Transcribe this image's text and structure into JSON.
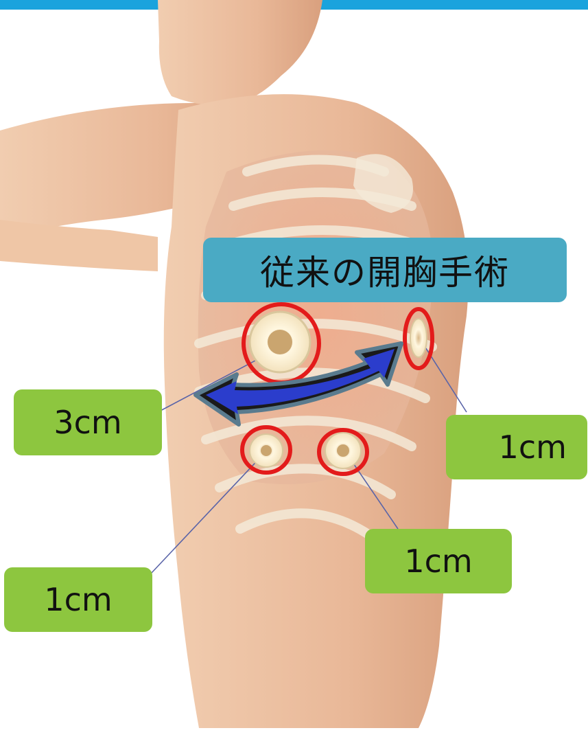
{
  "title": "従来の開胸手術",
  "labels": {
    "port_large": "3cm",
    "port_back": "1cm",
    "port_lower_mid": "1cm",
    "port_lower_left": "1cm"
  },
  "colors": {
    "top_bar": "#1aa3dd",
    "title_box": "#4aaac4",
    "label_box": "#8dc63f",
    "port_ring": "#e31b1b",
    "arrow": "#2b3dcc"
  }
}
